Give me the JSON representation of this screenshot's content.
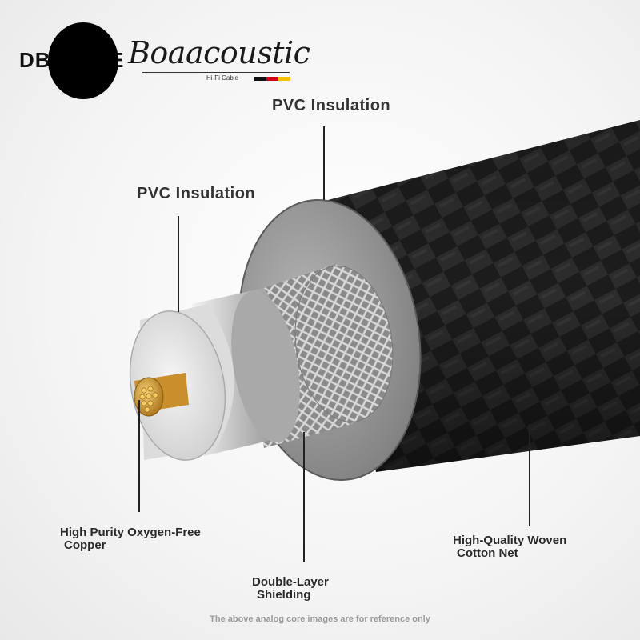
{
  "logo": {
    "mark_text": "DB3",
    "mark_text_tail": "E",
    "brand": "Boaacoustic",
    "sub": "Hi-Fi Cable",
    "flag_colors": [
      "#111111",
      "#d0021b",
      "#f2c200"
    ]
  },
  "labels": {
    "outer_insulation": "PVC Insulation",
    "inner_insulation": "PVC Insulation",
    "copper_line1": "High Purity Oxygen-Free",
    "copper_line2": "Copper",
    "shield_line1": "Double-Layer",
    "shield_line2": "Shielding",
    "woven_line1": "High-Quality Woven",
    "woven_line2": "Cotton Net"
  },
  "disclaimer": "The above analog core images are for reference only",
  "colors": {
    "jacket": "#1b1b1b",
    "insulation": "#9a9a9a",
    "shield": "#b8b8b8",
    "dielectric": "#e6e6e6",
    "copper": "#d9a441"
  }
}
